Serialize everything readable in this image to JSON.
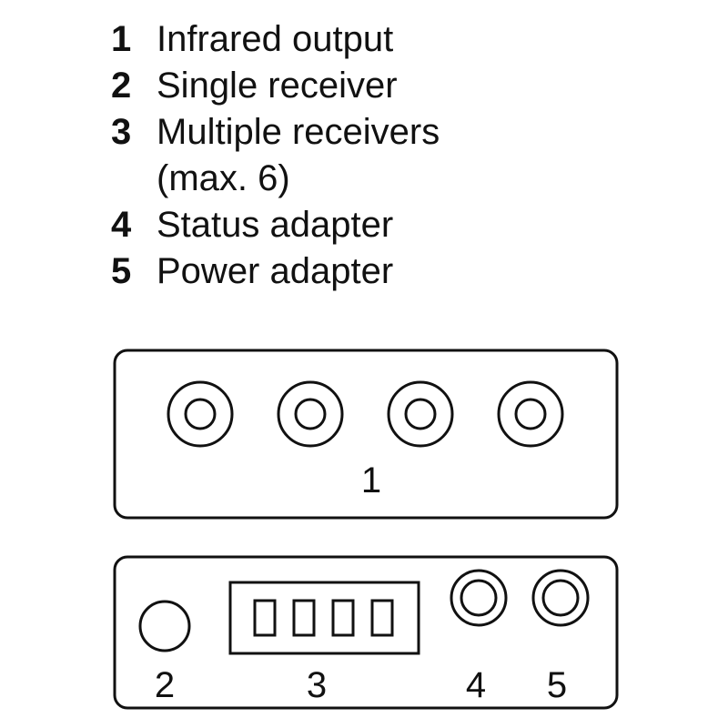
{
  "legend": [
    {
      "number": "1",
      "label": "Infrared output"
    },
    {
      "number": "2",
      "label": "Single receiver"
    },
    {
      "number": "3",
      "label": "Multiple receivers\n(max. 6)"
    },
    {
      "number": "4",
      "label": "Status adapter"
    },
    {
      "number": "5",
      "label": "Power adapter"
    }
  ],
  "panel_top": {
    "label": "1",
    "jack_count": 4
  },
  "panel_bottom": {
    "labels": {
      "single_receiver": "2",
      "multiple_receivers": "3",
      "status": "4",
      "power": "5"
    },
    "multi_port_slots": 4
  },
  "colors": {
    "stroke": "#111111",
    "background": "#ffffff"
  }
}
